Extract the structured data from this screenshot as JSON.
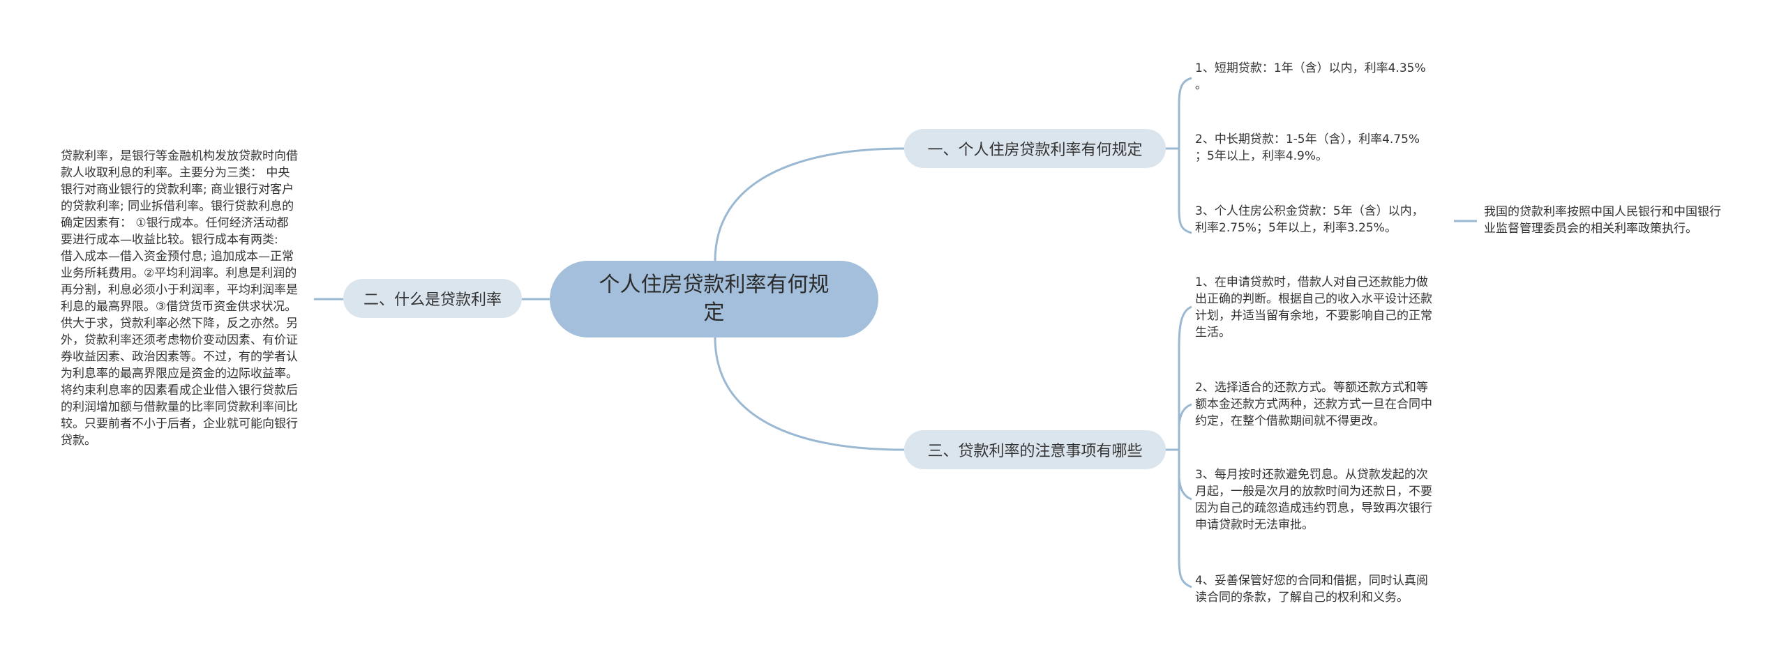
{
  "root": {
    "label": "个人住房贷款利率有何规定"
  },
  "branches": [
    {
      "label": "一、个人住房贷款利率有何规定",
      "items": [
        "1、短期贷款：1年（含）以内，利率4.35%\n。",
        "2、中长期贷款：1-5年（含），利率4.75%\n；5年以上，利率4.9%。",
        "3、个人住房公积金贷款：5年（含）以内，\n利率2.75%；5年以上，利率3.25%。"
      ],
      "sub_note": "我国的贷款利率按照中国人民银行和中国银行\n业监督管理委员会的相关利率政策执行。"
    },
    {
      "label": "二、什么是贷款利率",
      "text": "贷款利率，是银行等金融机构发放贷款时向借\n款人收取利息的利率。主要分为三类： 中央\n银行对商业银行的贷款利率; 商业银行对客户\n的贷款利率; 同业拆借利率。银行贷款利息的\n确定因素有： ①银行成本。任何经济活动都\n要进行成本—收益比较。银行成本有两类:\n借入成本—借入资金预付息; 追加成本—正常\n业务所耗费用。②平均利润率。利息是利润的\n再分割，利息必须小于利润率，平均利润率是\n利息的最高界限。③借贷货币资金供求状况。\n供大于求，贷款利率必然下降，反之亦然。另\n外，贷款利率还须考虑物价变动因素、有价证\n券收益因素、政治因素等。不过，有的学者认\n为利息率的最高界限应是资金的边际收益率。\n将约束利息率的因素看成企业借入银行贷款后\n的利润增加额与借款量的比率同贷款利率间比\n较。只要前者不小于后者，企业就可能向银行\n贷款。"
    },
    {
      "label": "三、贷款利率的注意事项有哪些",
      "items": [
        "1、在申请贷款时，借款人对自己还款能力做\n出正确的判断。根据自己的收入水平设计还款\n计划，并适当留有余地，不要影响自己的正常\n生活。",
        "2、选择适合的还款方式。等额还款方式和等\n额本金还款方式两种，还款方式一旦在合同中\n约定，在整个借款期间就不得更改。",
        "3、每月按时还款避免罚息。从贷款发起的次\n月起，一般是次月的放款时间为还款日，不要\n因为自己的疏忽造成违约罚息，导致再次银行\n申请贷款时无法审批。",
        "4、妥善保管好您的合同和借据，同时认真阅\n读合同的条款，了解自己的权利和义务。"
      ]
    }
  ],
  "colors": {
    "root": "#a3bfdb",
    "branch": "#dbe5ee",
    "line": "#9bb8d3",
    "text": "#333333"
  }
}
